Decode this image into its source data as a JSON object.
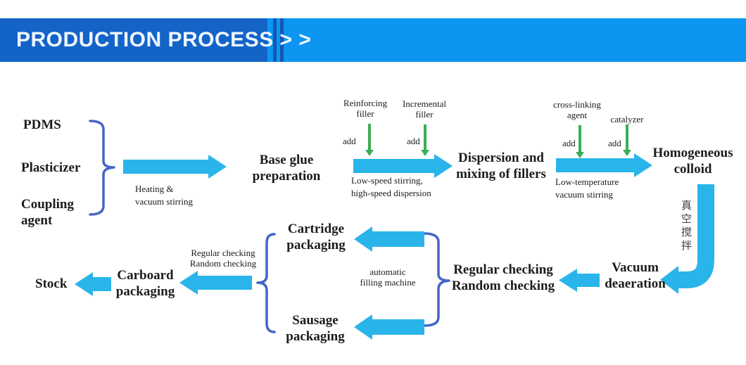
{
  "header": {
    "title": "PRODUCTION PROCESS > >"
  },
  "palette": {
    "band_dark_blue": "#1464c8",
    "band_light_blue": "#0c96f2",
    "arrow_cyan": "#29b5ea",
    "arrow_green": "#3aad55",
    "brace_blue": "#4565c8",
    "text_black": "#1c1c1c"
  },
  "flow": {
    "inputs": {
      "pdms": "PDMS",
      "plasticizer": "Plasticizer",
      "coupling_agent": "Coupling\nagent"
    },
    "stages": {
      "base_glue": "Base glue\npreparation",
      "dispersion": "Dispersion and\nmixing of fillers",
      "homogeneous": "Homogeneous\ncolloid",
      "vacuum_deaeration": "Vacuum\ndeaeration",
      "checking": "Regular checking\nRandom checking",
      "cartridge": "Cartridge\npackaging",
      "sausage": "Sausage\npackaging",
      "carboard": "Carboard\npackaging",
      "stock": "Stock"
    },
    "process_labels": {
      "heating": "Heating &\nvacuum stirring",
      "low_speed": "Low-speed stirring,\nhigh-speed dispersion",
      "low_temperature": "Low-temperature\nvacuum stirring",
      "automatic": "automatic\nfilling machine",
      "checking_small": "Regular checking\nRandom checking",
      "vacuum_stirring_cn": "真空搅拌"
    },
    "additives": {
      "reinforcing": {
        "name": "Reinforcing\nfiller",
        "action": "add"
      },
      "incremental": {
        "name": "Incremental\nfiller",
        "action": "add"
      },
      "cross_linking": {
        "name": "cross-linking\nagent",
        "action": "add"
      },
      "catalyzer": {
        "name": "catalyzer",
        "action": "add"
      }
    }
  }
}
